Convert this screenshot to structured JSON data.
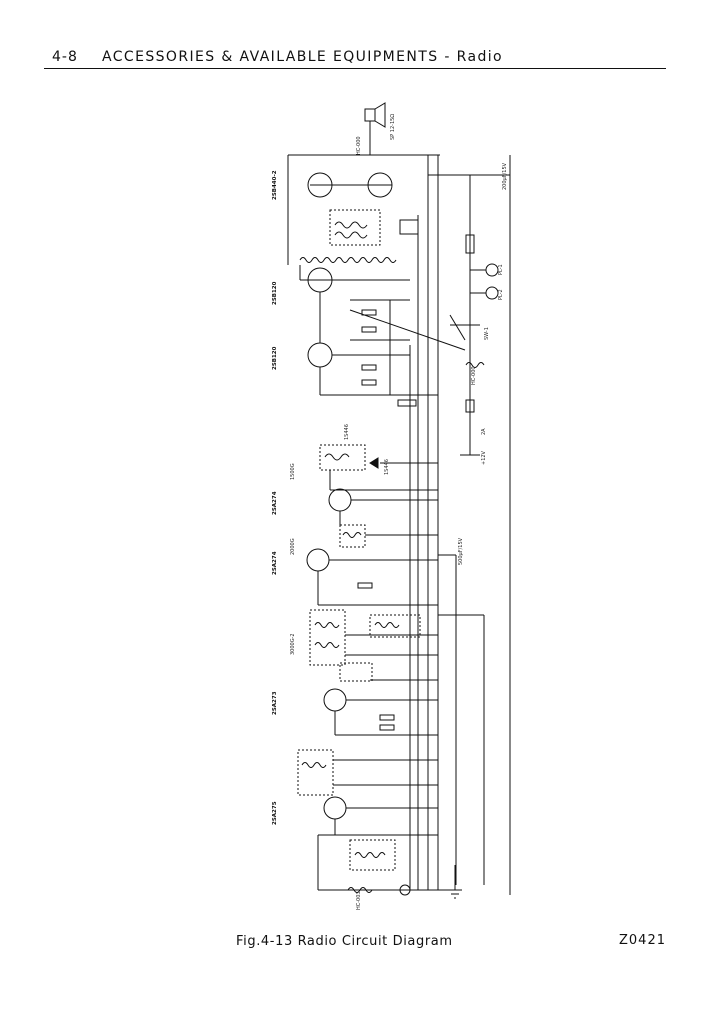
{
  "header": {
    "section": "4-8",
    "title": "ACCESSORIES & AVAILABLE EQUIPMENTS - Radio"
  },
  "figure": {
    "caption": "Fig.4-13   Radio Circuit Diagram",
    "code": "Z0421"
  },
  "schematic": {
    "transistors": [
      "2SB440-2",
      "2SB120",
      "2SB120",
      "2SA274",
      "2SA274",
      "2SA273",
      "2SA275"
    ],
    "labels": {
      "speaker": "SP 12-15Ω",
      "hc_top": "HC-000",
      "hc_mid": "HC-000",
      "hc_bottom": "HC-003",
      "supply": "+12V",
      "fuse": "2A",
      "switch": "SW-1",
      "pl1": "PL-1",
      "pl2": "PL-2",
      "cap_top": "200μF/15V",
      "cap_mid": "500μF/15V",
      "ifc1": "1500G",
      "ifc2": "2000G",
      "ifc3": "3000G-2",
      "diode1": "1S446",
      "diode2": "1S446"
    }
  }
}
